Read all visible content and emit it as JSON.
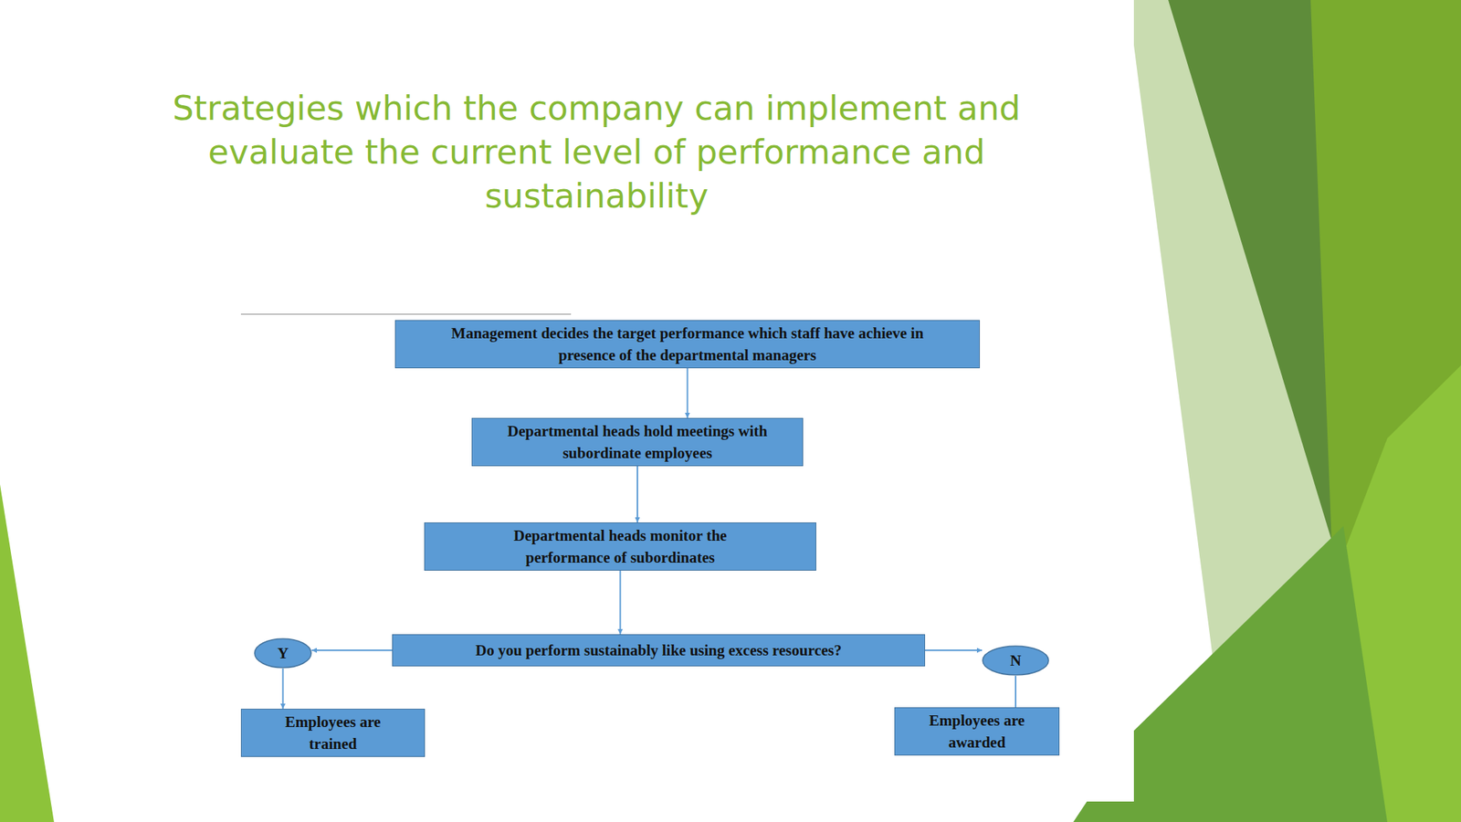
{
  "diagram": {
    "title": "Strategies which the company can implement and evaluate the current level of performance and sustainability",
    "nodes": [
      {
        "text": [
          "Management decides the target performance which staff have achieve in presence of the departmental managers"
        ]
      },
      {
        "text": [
          "Departmental heads hold meetings with subordinate employees"
        ]
      },
      {
        "text": [
          "Departmental heads monitor the performance of subordinates"
        ]
      },
      {
        "text": [
          "Do you perform sustainably like using excess resources?"
        ]
      },
      {
        "text": [
          "Y"
        ]
      },
      {
        "text": [
          "N"
        ]
      },
      {
        "text": [
          "Employees are trained"
        ]
      },
      {
        "text": [
          "Employees are awarded"
        ]
      }
    ],
    "edges": [
      {
        "from": 0,
        "to": 1,
        "arrow": "to"
      },
      {
        "from": 1,
        "to": 2,
        "arrow": "to"
      },
      {
        "from": 2,
        "to": 3,
        "arrow": "to"
      },
      {
        "from": 3,
        "to": 4,
        "arrow": "to"
      },
      {
        "from": 3,
        "to": 5,
        "arrow": "to"
      },
      {
        "from": 4,
        "to": 6,
        "arrow": "to"
      },
      {
        "from": 5,
        "to": 7,
        "arrow": "none"
      }
    ]
  }
}
